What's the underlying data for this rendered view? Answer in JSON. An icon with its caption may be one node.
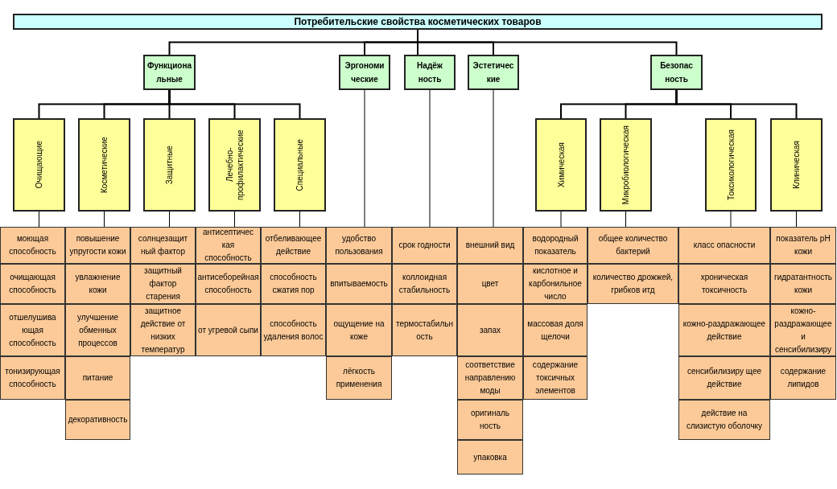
{
  "diagram": {
    "nodes": [
      {
        "text": [
          "Потребительские свойства косметических товаров"
        ]
      },
      {
        "text": [
          "Функциона льные"
        ]
      },
      {
        "text": [
          "Эргономи ческие"
        ]
      },
      {
        "text": [
          "Надёж ность"
        ]
      },
      {
        "text": [
          "Эстетичес кие"
        ]
      },
      {
        "text": [
          "Безопас ность"
        ]
      },
      {
        "text": [
          "Очищающие"
        ]
      },
      {
        "text": [
          "Косметические"
        ]
      },
      {
        "text": [
          "Защитные"
        ]
      },
      {
        "text": [
          "Лечебно-профилактические"
        ]
      },
      {
        "text": [
          "Специальные"
        ]
      },
      {
        "text": [
          "Химическая"
        ]
      },
      {
        "text": [
          "Микробиологическая"
        ]
      },
      {
        "text": [
          "Токсикологическая"
        ]
      },
      {
        "text": [
          "Клиническая"
        ]
      },
      {
        "text": [
          "моющая способность"
        ]
      },
      {
        "text": [
          "очищающая способность"
        ]
      },
      {
        "text": [
          "отшелушива ющая способность"
        ]
      },
      {
        "text": [
          "тонизирующая способность"
        ]
      },
      {
        "text": [
          "повышение упругости кожи"
        ]
      },
      {
        "text": [
          "увлажнение кожи"
        ]
      },
      {
        "text": [
          "улучшение обменных процессов"
        ]
      },
      {
        "text": [
          "питание"
        ]
      },
      {
        "text": [
          "декоративность"
        ]
      },
      {
        "text": [
          "солнцезащит ный фактор"
        ]
      },
      {
        "text": [
          "защитный фактор старения"
        ]
      },
      {
        "text": [
          "защитное действие от низких температур"
        ]
      },
      {
        "text": [
          "антисептичес кая способность"
        ]
      },
      {
        "text": [
          "антисеборейная способность"
        ]
      },
      {
        "text": [
          "от угревой сыпи"
        ]
      },
      {
        "text": [
          "отбеливающее действие"
        ]
      },
      {
        "text": [
          "способность сжатия пор"
        ]
      },
      {
        "text": [
          "способность удаления волос"
        ]
      },
      {
        "text": [
          "удобство пользования"
        ]
      },
      {
        "text": [
          "впитываемость"
        ]
      },
      {
        "text": [
          "ощущение на коже"
        ]
      },
      {
        "text": [
          "лёгкость применения"
        ]
      },
      {
        "text": [
          "срок годности"
        ]
      },
      {
        "text": [
          "коллоидная стабильность"
        ]
      },
      {
        "text": [
          "термостабильн ость"
        ]
      },
      {
        "text": [
          "внешний вид"
        ]
      },
      {
        "text": [
          "цвет"
        ]
      },
      {
        "text": [
          "запах"
        ]
      },
      {
        "text": [
          "соответствие направлению моды"
        ]
      },
      {
        "text": [
          "оригиналь ность"
        ]
      },
      {
        "text": [
          "упаковка"
        ]
      },
      {
        "text": [
          "водородный показатель"
        ]
      },
      {
        "text": [
          "кислотное и карбонильное число"
        ]
      },
      {
        "text": [
          "массовая доля щелочи"
        ]
      },
      {
        "text": [
          "содержание токсичных элементов"
        ]
      },
      {
        "text": [
          "общее количество бактерий"
        ]
      },
      {
        "text": [
          "количество дрожжей, грибков итд"
        ]
      },
      {
        "text": [
          "класс опасности"
        ]
      },
      {
        "text": [
          "хроническая токсичность"
        ]
      },
      {
        "text": [
          "кожно-раздражающее действие"
        ]
      },
      {
        "text": [
          "сенсибилизиру щее действие"
        ]
      },
      {
        "text": [
          "действие на слизистую оболочку"
        ]
      },
      {
        "text": [
          "показатель pH кожи"
        ]
      },
      {
        "text": [
          "гидратантность кожи"
        ]
      },
      {
        "text": [
          "кожно-раздражающее и сенсибилизиру"
        ]
      },
      {
        "text": [
          "содержание липидов"
        ]
      }
    ],
    "edges": [
      {
        "from": 0,
        "to": 1,
        "arrow": "none"
      },
      {
        "from": 0,
        "to": 2,
        "arrow": "none"
      },
      {
        "from": 0,
        "to": 3,
        "arrow": "none"
      },
      {
        "from": 0,
        "to": 4,
        "arrow": "none"
      },
      {
        "from": 0,
        "to": 5,
        "arrow": "none"
      },
      {
        "from": 1,
        "to": 6,
        "arrow": "none"
      },
      {
        "from": 1,
        "to": 7,
        "arrow": "none"
      },
      {
        "from": 1,
        "to": 8,
        "arrow": "none"
      },
      {
        "from": 1,
        "to": 9,
        "arrow": "none"
      },
      {
        "from": 1,
        "to": 10,
        "arrow": "none"
      },
      {
        "from": 5,
        "to": 11,
        "arrow": "none"
      },
      {
        "from": 5,
        "to": 12,
        "arrow": "none"
      },
      {
        "from": 5,
        "to": 13,
        "arrow": "none"
      },
      {
        "from": 5,
        "to": 14,
        "arrow": "none"
      },
      {
        "from": 6,
        "to": 15,
        "arrow": "none"
      },
      {
        "from": 7,
        "to": 19,
        "arrow": "none"
      },
      {
        "from": 8,
        "to": 24,
        "arrow": "none"
      },
      {
        "from": 9,
        "to": 27,
        "arrow": "none"
      },
      {
        "from": 10,
        "to": 30,
        "arrow": "none"
      },
      {
        "from": 2,
        "to": 33,
        "arrow": "none"
      },
      {
        "from": 3,
        "to": 37,
        "arrow": "none"
      },
      {
        "from": 4,
        "to": 40,
        "arrow": "none"
      },
      {
        "from": 11,
        "to": 46,
        "arrow": "none"
      },
      {
        "from": 12,
        "to": 50,
        "arrow": "none"
      },
      {
        "from": 13,
        "to": 52,
        "arrow": "none"
      },
      {
        "from": 14,
        "to": 57,
        "arrow": "none"
      }
    ]
  }
}
